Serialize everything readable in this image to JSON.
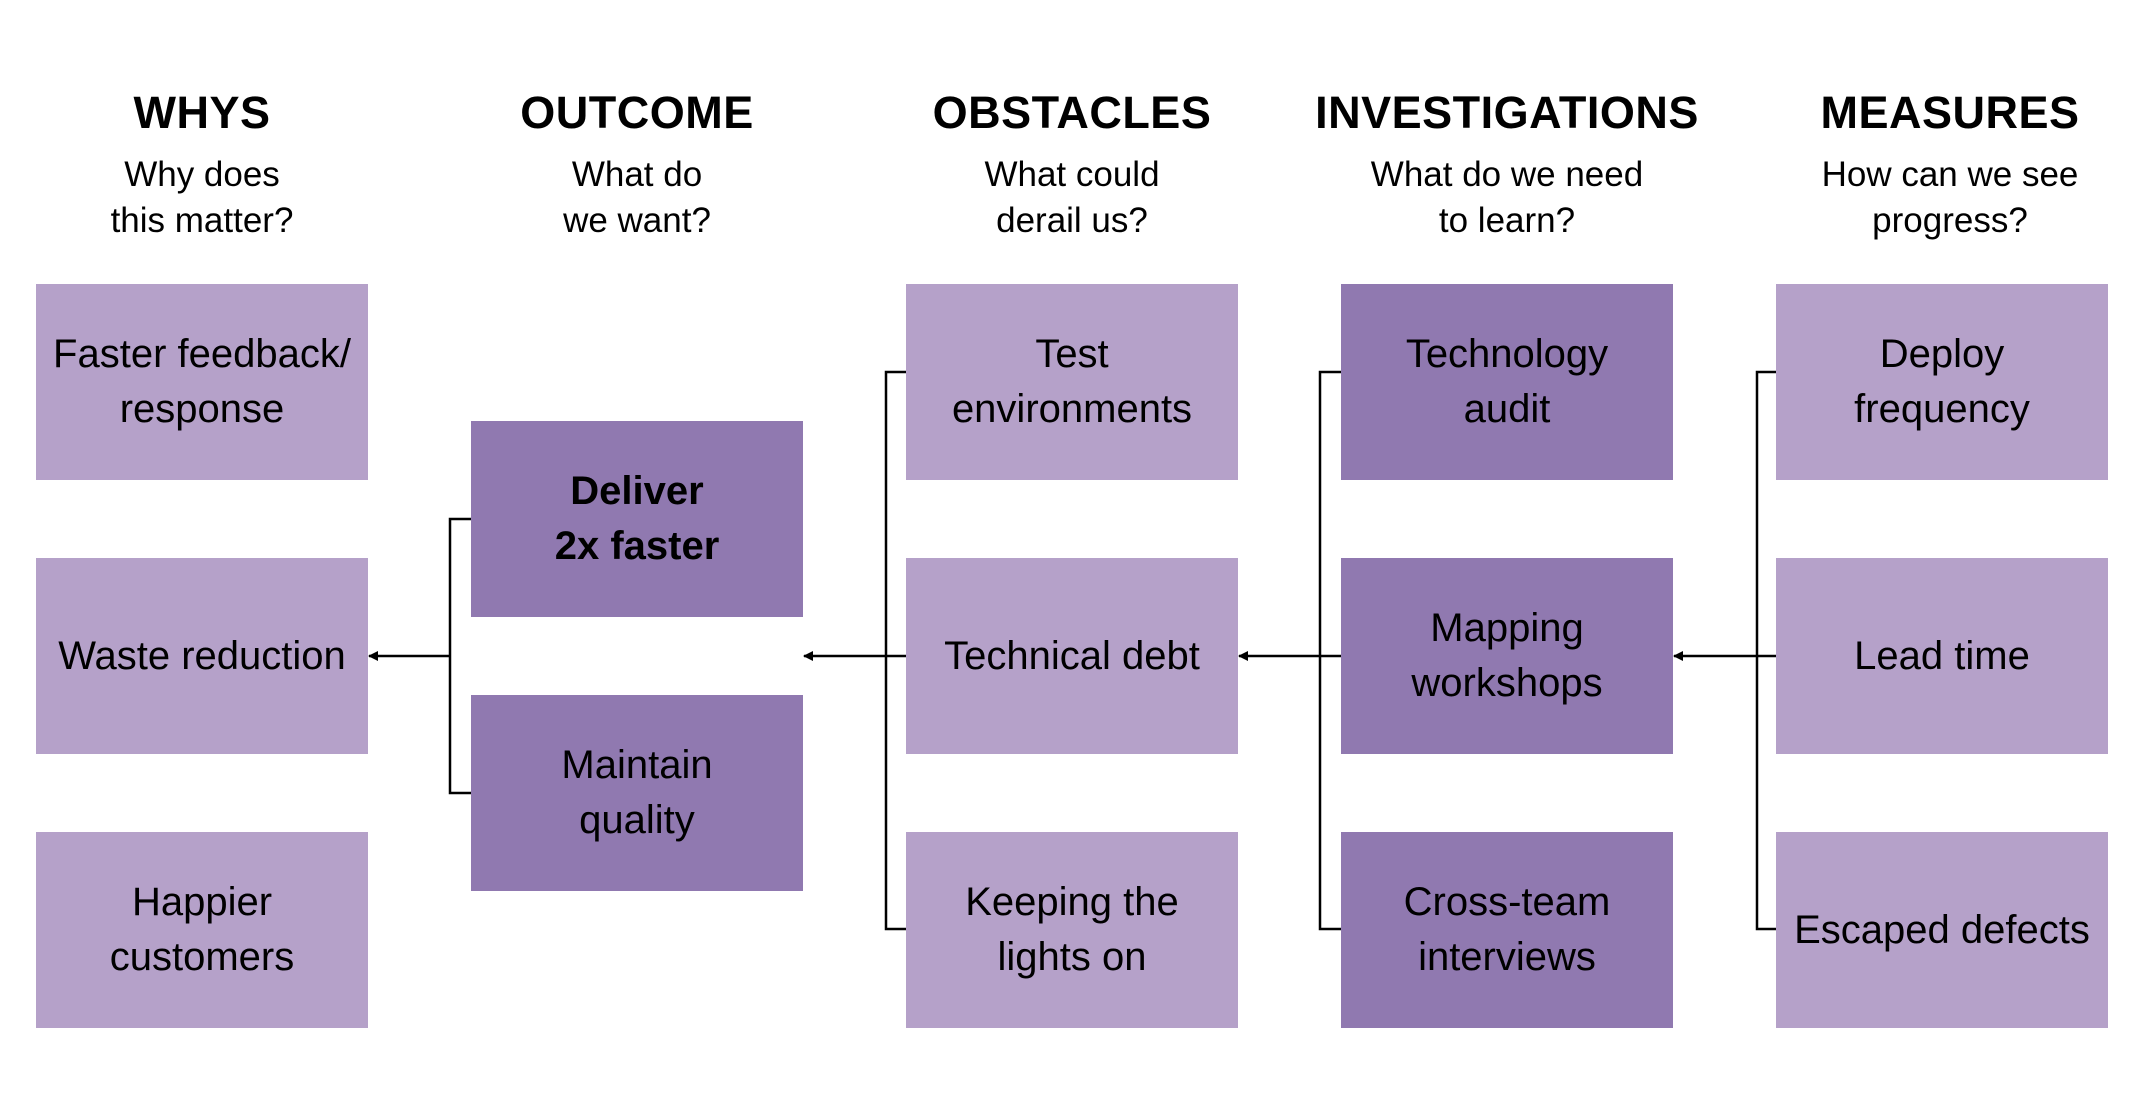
{
  "colors": {
    "light_box": "#b5a1c9",
    "dark_box": "#9079b0",
    "line": "#000000",
    "background": "#ffffff"
  },
  "columns": [
    {
      "title": "WHYS",
      "subtitle": "Why does\nthis matter?",
      "boxes": [
        "Faster feedback/\nresponse",
        "Waste reduction",
        "Happier\ncustomers"
      ]
    },
    {
      "title": "OUTCOME",
      "subtitle": "What do\nwe want?",
      "boxes": [
        "Deliver\n2x faster",
        "Maintain\nquality"
      ]
    },
    {
      "title": "OBSTACLES",
      "subtitle": "What could\nderail us?",
      "boxes": [
        "Test\nenvironments",
        "Technical debt",
        "Keeping the\nlights on"
      ]
    },
    {
      "title": "INVESTIGATIONS",
      "subtitle": "What do we need\nto learn?",
      "boxes": [
        "Technology\naudit",
        "Mapping\nworkshops",
        "Cross-team\ninterviews"
      ]
    },
    {
      "title": "MEASURES",
      "subtitle": "How can we see\nprogress?",
      "boxes": [
        "Deploy\nfrequency",
        "Lead time",
        "Escaped defects"
      ]
    }
  ]
}
